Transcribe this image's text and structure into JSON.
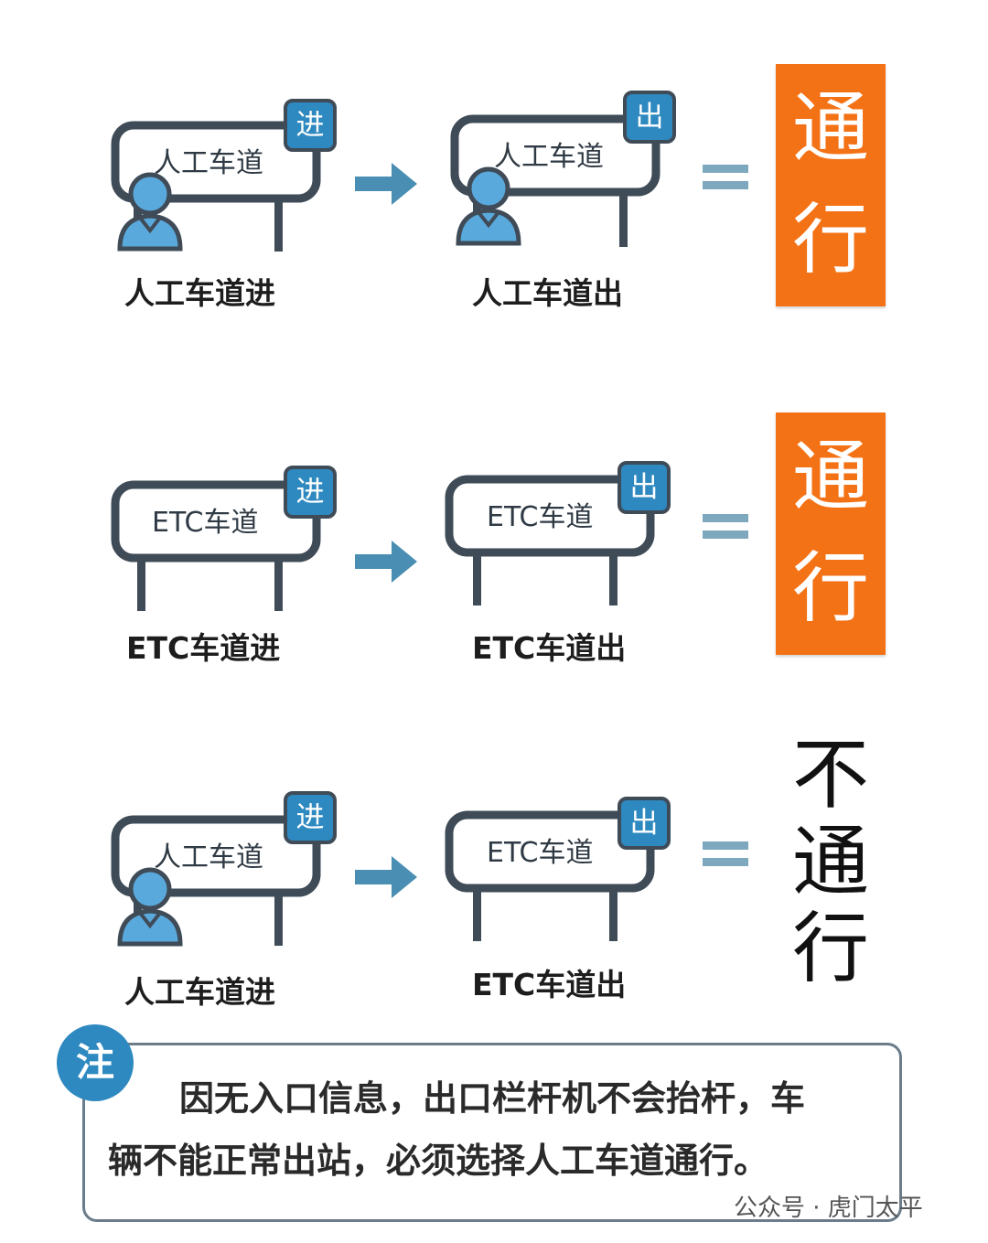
{
  "rows": [
    {
      "entry": {
        "sign": "人工车道",
        "tag": "进",
        "caption": "人工车道进",
        "attendant": true
      },
      "exit": {
        "sign": "人工车道",
        "tag": "出",
        "caption": "人工车道出",
        "attendant": true
      },
      "equals": "=",
      "result": {
        "chars": [
          "通",
          "行"
        ],
        "allowed": true
      }
    },
    {
      "entry": {
        "sign": "ETC车道",
        "tag": "进",
        "caption": "ETC车道进",
        "attendant": false
      },
      "exit": {
        "sign": "ETC车道",
        "tag": "出",
        "caption": "ETC车道出",
        "attendant": false
      },
      "equals": "=",
      "result": {
        "chars": [
          "通",
          "行"
        ],
        "allowed": true
      }
    },
    {
      "entry": {
        "sign": "人工车道",
        "tag": "进",
        "caption": "人工车道进",
        "attendant": true
      },
      "exit": {
        "sign": "ETC车道",
        "tag": "出",
        "caption": "ETC车道出",
        "attendant": false
      },
      "equals": "=",
      "result": {
        "chars": [
          "不",
          "通",
          "行"
        ],
        "allowed": false
      }
    }
  ],
  "note": {
    "badge": "注",
    "line1": "因无入口信息，出口栏杆机不会抬杆，车",
    "line2": "辆不能正常出站，必须选择人工车道通行。"
  },
  "watermark": {
    "text": "公众号 · 虎门太平"
  },
  "colors": {
    "allowed_bg": "#f47216",
    "tag_bg": "#2e89c0",
    "person": "#5aa9dd",
    "arrow": "#4a8fb3",
    "equals": "#7ea8bd",
    "sign_outline": "#3f4b57",
    "denied_text": "#111111"
  },
  "icons": [
    "person-icon",
    "arrow-right-icon",
    "equals-icon",
    "wechat-icon"
  ]
}
